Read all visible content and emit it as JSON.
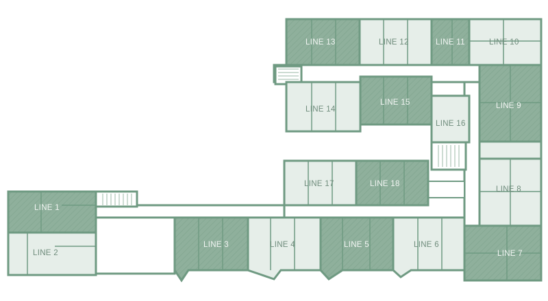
{
  "floorplan": {
    "colors": {
      "wall": "#6f9a82",
      "selected_fill": "#8fb09c",
      "unit_fill": "#e6eee9",
      "corridor_fill": "#ffffff",
      "label_on_selected": "#f3f6f4",
      "label_on_light": "#6f8c7c"
    },
    "units": [
      {
        "id": "line-1",
        "label": "LINE 1",
        "state": "selected"
      },
      {
        "id": "line-2",
        "label": "LINE 2",
        "state": "available"
      },
      {
        "id": "line-3",
        "label": "LINE 3",
        "state": "selected"
      },
      {
        "id": "line-4",
        "label": "LINE 4",
        "state": "available"
      },
      {
        "id": "line-5",
        "label": "LINE 5",
        "state": "selected"
      },
      {
        "id": "line-6",
        "label": "LINE 6",
        "state": "available"
      },
      {
        "id": "line-7",
        "label": "LINE 7",
        "state": "selected"
      },
      {
        "id": "line-8",
        "label": "LINE 8",
        "state": "available"
      },
      {
        "id": "line-9",
        "label": "LINE 9",
        "state": "selected"
      },
      {
        "id": "line-10",
        "label": "LINE 10",
        "state": "available"
      },
      {
        "id": "line-11",
        "label": "LINE 11",
        "state": "selected"
      },
      {
        "id": "line-12",
        "label": "LINE 12",
        "state": "available"
      },
      {
        "id": "line-13",
        "label": "LINE 13",
        "state": "selected"
      },
      {
        "id": "line-14",
        "label": "LINE 14",
        "state": "available"
      },
      {
        "id": "line-15",
        "label": "LINE 15",
        "state": "selected"
      },
      {
        "id": "line-16",
        "label": "LINE 16",
        "state": "available"
      },
      {
        "id": "line-17",
        "label": "LINE 17",
        "state": "available"
      },
      {
        "id": "line-18",
        "label": "LINE 18",
        "state": "selected"
      }
    ]
  }
}
